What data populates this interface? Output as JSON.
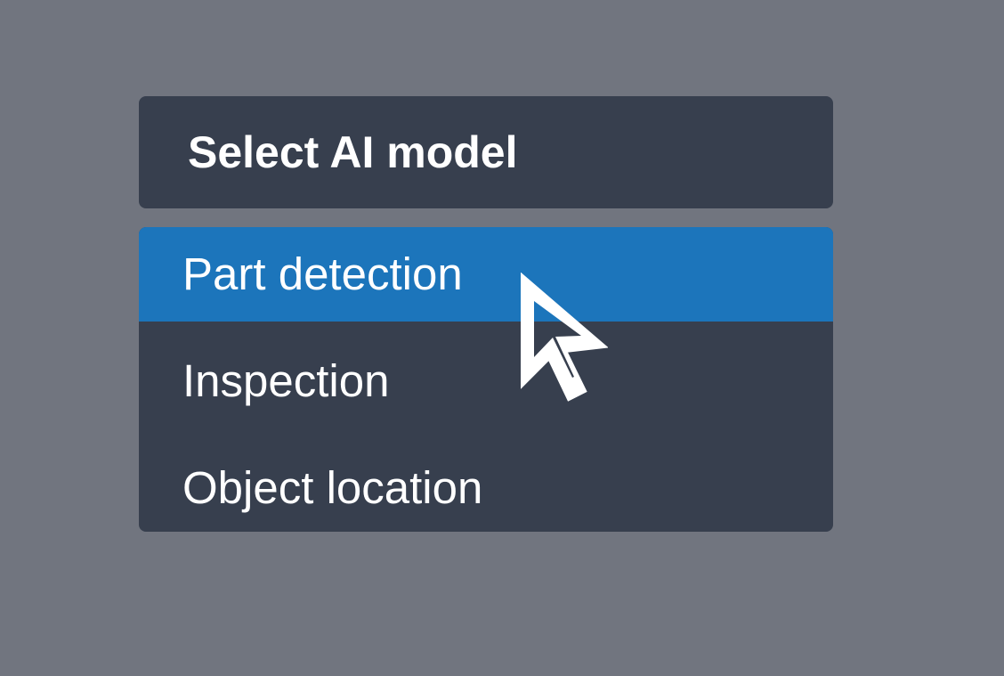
{
  "dialog": {
    "title": "Select AI model"
  },
  "menu": {
    "items": [
      {
        "label": "Part detection",
        "selected": true
      },
      {
        "label": "Inspection",
        "selected": false
      },
      {
        "label": "Object location",
        "selected": false
      }
    ]
  },
  "colors": {
    "background": "#71757f",
    "panel": "#373f4e",
    "selected": "#1c75bb",
    "text": "#ffffff"
  },
  "cursor": {
    "icon": "arrow-pointer-icon"
  }
}
